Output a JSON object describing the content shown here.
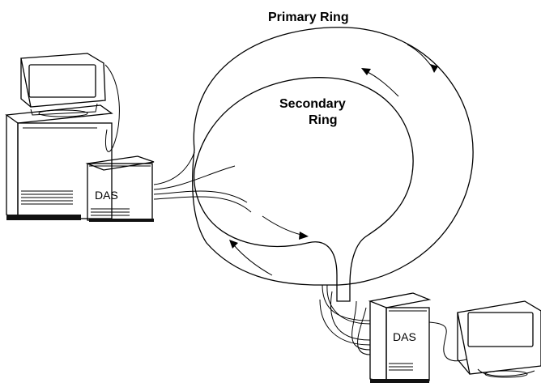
{
  "labels": {
    "primary_ring": "Primary Ring",
    "secondary_ring_line1": "Secondary",
    "secondary_ring_line2": "Ring",
    "das_left": "DAS",
    "das_right": "DAS"
  },
  "devices": [
    {
      "type": "workstation",
      "position": "left",
      "attached_station": "das_left"
    },
    {
      "type": "workstation",
      "position": "bottom-right",
      "attached_station": "das_right"
    }
  ],
  "colors": {
    "line": "#000000",
    "background": "#ffffff",
    "base": "#111111"
  }
}
